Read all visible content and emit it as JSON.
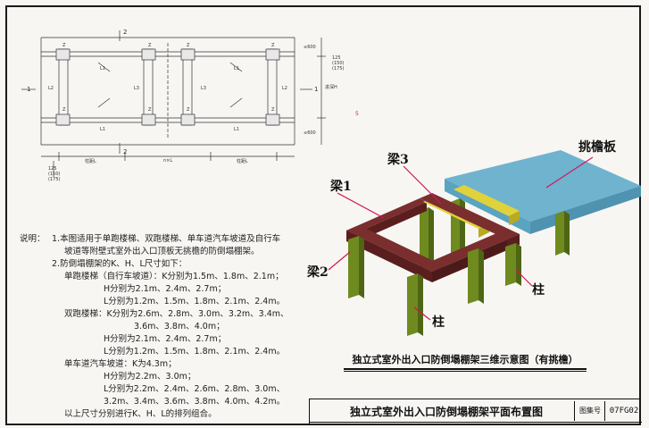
{
  "plan": {
    "section_marks": [
      "2",
      "2",
      "1",
      "1"
    ],
    "column_marks": [
      "Z",
      "Z",
      "Z",
      "Z",
      "Z",
      "Z",
      "Z",
      "Z"
    ],
    "beam_labels": [
      "L1",
      "L1",
      "L2",
      "L3",
      "L3",
      "L2",
      "L1",
      "L1"
    ],
    "dim_left": [
      "≤600",
      "≤600"
    ],
    "dim_right_top": [
      "125",
      "(150)",
      "(175)"
    ],
    "dim_right_mid": "5",
    "dim_bottom_left": [
      "125",
      "(150)",
      "(175)"
    ],
    "dim_bottom_segments": [
      "柱距L",
      "n×L",
      "柱距L"
    ],
    "dim_right_label": "进深H"
  },
  "notes": {
    "label": "说明：",
    "lines": [
      "1.本图适用于单跑楼梯、双跑楼梯、单车道汽车坡道及自行车",
      "坡道等附壁式室外出入口顶板无挑檐的防倒塌棚架。",
      "2.防倒塌棚架的K、H、L尺寸如下：",
      "单跑楼梯（自行车坡道）：K分别为1.5m、1.8m、2.1m；",
      "H分别为2.1m、2.4m、2.7m；",
      "L分别为1.2m、1.5m、1.8m、2.1m、2.4m。",
      "双跑楼梯：K分别为2.6m、2.8m、3.0m、3.2m、3.4m、",
      "3.6m、3.8m、4.0m；",
      "H分别为2.1m、2.4m、2.7m；",
      "L分别为1.2m、1.5m、1.8m、2.1m、2.4m。",
      "单车道汽车坡道：K为4.3m；",
      "H分别为2.2m、3.0m；",
      "L分别为2.2m、2.4m、2.6m、2.8m、3.0m、",
      "3.2m、3.4m、3.6m、3.8m、4.0m、4.2m。",
      "以上尺寸分别进行K、H、L的排列组合。"
    ]
  },
  "model3d": {
    "labels": {
      "beam1": "梁1",
      "beam2": "梁2",
      "beam3": "梁3",
      "eave": "挑檐板",
      "column_a": "柱",
      "column_b": "柱"
    },
    "caption": "独立式室外出入口防倒塌棚架三维示意图（有挑檐）",
    "colors": {
      "beam": "#5a1e1e",
      "beam_top": "#7a2e2e",
      "yellow_beam": "#e0d23a",
      "column": "#6f8a1f",
      "column_dark": "#4e6614",
      "slab_top": "#6fb3cf",
      "slab_side": "#4f93b0",
      "leader": "#d4145a"
    }
  },
  "title_block": {
    "title": "独立式室外出入口防倒塌棚架平面布置图",
    "label": "图集号",
    "number": "07FG02"
  }
}
